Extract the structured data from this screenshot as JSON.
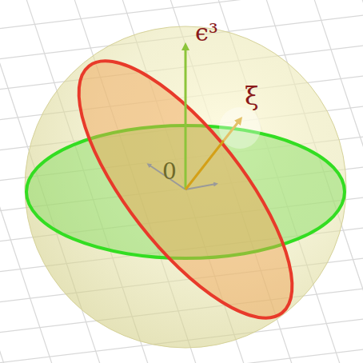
{
  "diagram": {
    "labels": [
      "ϵ³",
      "ξ",
      "0"
    ]
  }
}
